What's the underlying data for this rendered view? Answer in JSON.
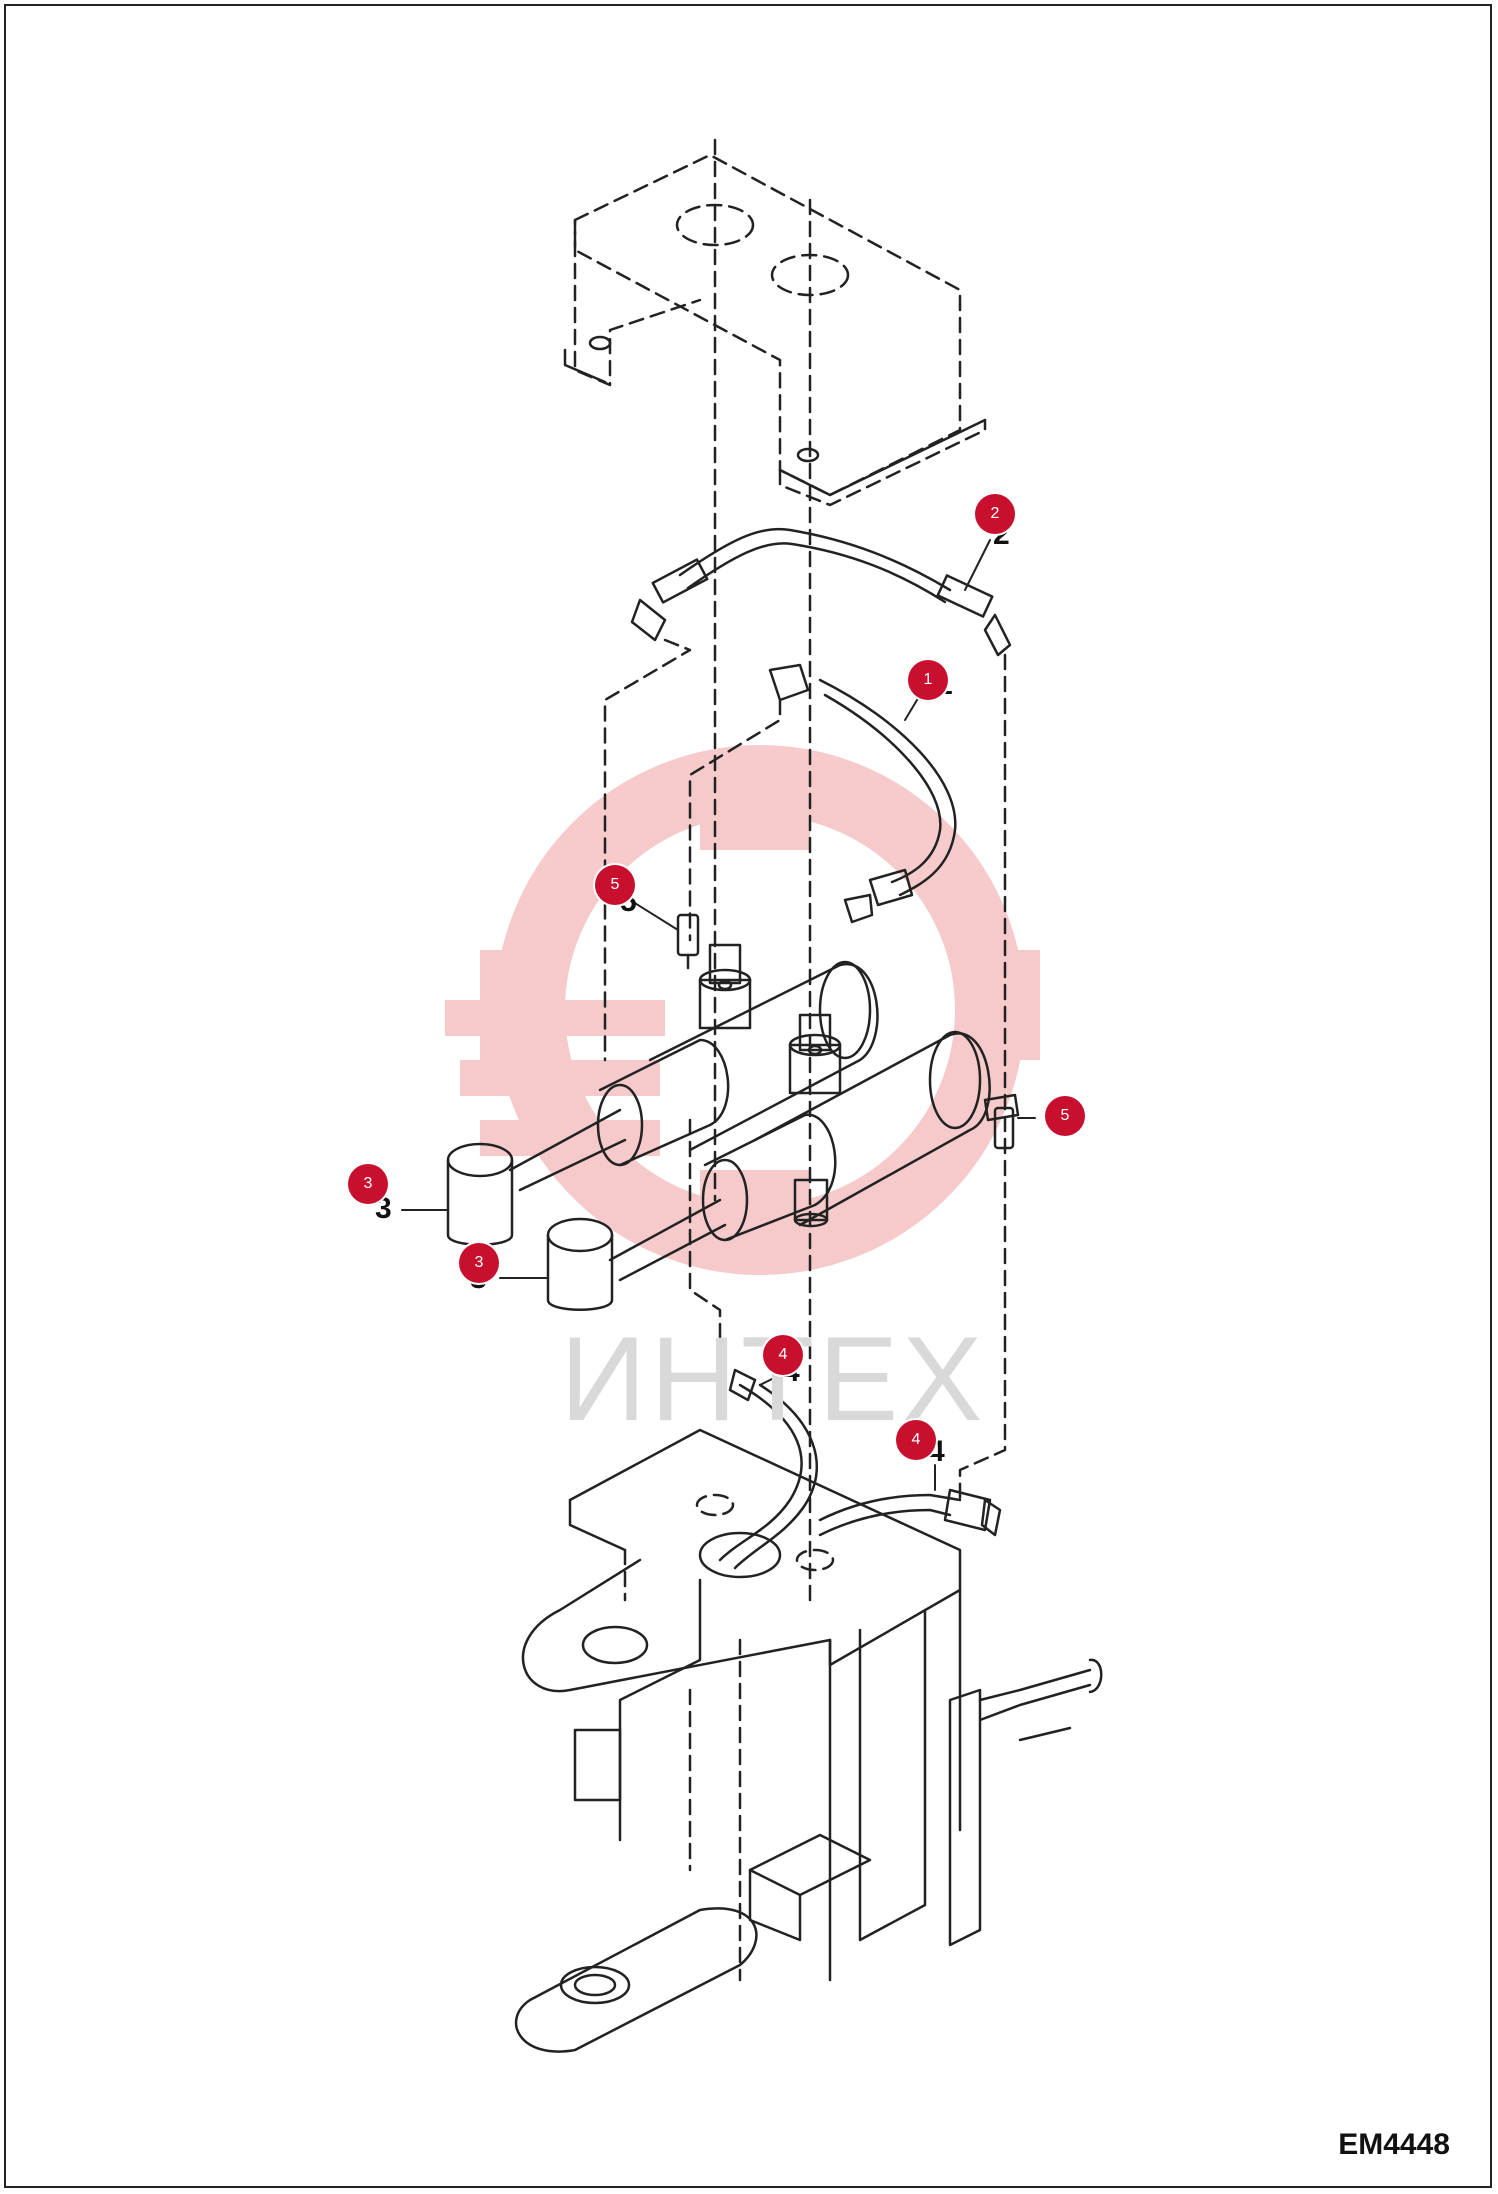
{
  "diagram": {
    "code": "EM4448",
    "watermark": "ИНТЕХ",
    "colors": {
      "badge": "#c8102e",
      "line": "#222222",
      "watermark_gear": "#f4b9b9"
    }
  },
  "callouts": [
    {
      "id": "c1",
      "badge": "1",
      "label": "1"
    },
    {
      "id": "c2",
      "badge": "2",
      "label": "2"
    },
    {
      "id": "c3a",
      "badge": "3",
      "label": "3"
    },
    {
      "id": "c3b",
      "badge": "3",
      "label": "3"
    },
    {
      "id": "c4a",
      "badge": "4",
      "label": "4"
    },
    {
      "id": "c4b",
      "badge": "4",
      "label": "4"
    },
    {
      "id": "c5a",
      "badge": "5",
      "label": "5"
    },
    {
      "id": "c5b",
      "badge": "5",
      "label": "5"
    }
  ]
}
